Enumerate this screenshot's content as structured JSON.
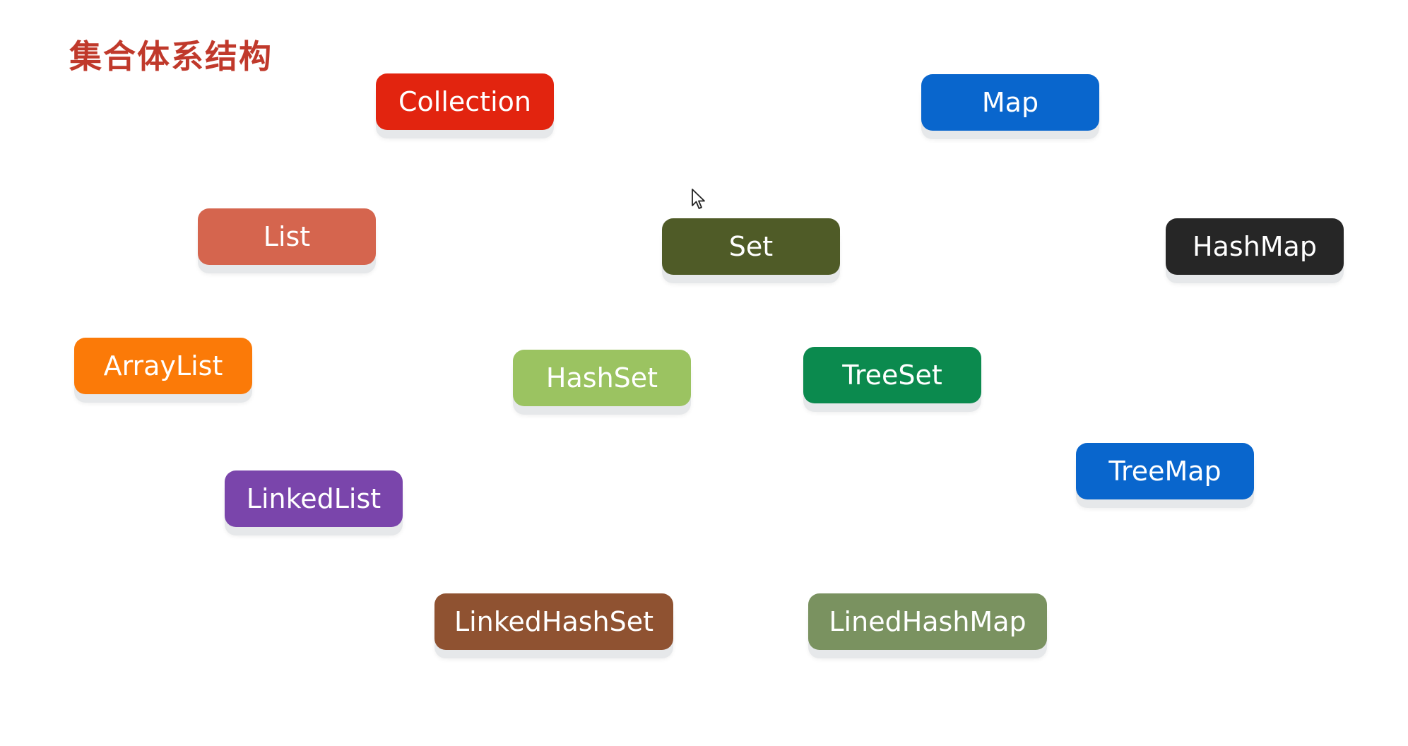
{
  "title": "集合体系结构",
  "colors": {
    "title": "#c0392b"
  },
  "nodes": {
    "collection": {
      "label": "Collection",
      "color": "#e2240f"
    },
    "map": {
      "label": "Map",
      "color": "#0966cd"
    },
    "list": {
      "label": "List",
      "color": "#d5654e"
    },
    "set": {
      "label": "Set",
      "color": "#4f5b27"
    },
    "hashmap": {
      "label": "HashMap",
      "color": "#262626"
    },
    "arraylist": {
      "label": "ArrayList",
      "color": "#fb7a08"
    },
    "hashset": {
      "label": "HashSet",
      "color": "#9bc361"
    },
    "treeset": {
      "label": "TreeSet",
      "color": "#0b8a4e"
    },
    "treemap": {
      "label": "TreeMap",
      "color": "#0966cd"
    },
    "linkedlist": {
      "label": "LinkedList",
      "color": "#7a45ab"
    },
    "linkedhashset": {
      "label": "LinkedHashSet",
      "color": "#8f5231"
    },
    "linedhashmap": {
      "label": "LinedHashMap",
      "color": "#7a9260"
    }
  },
  "icons": {
    "cursor": "mouse-pointer-icon"
  }
}
